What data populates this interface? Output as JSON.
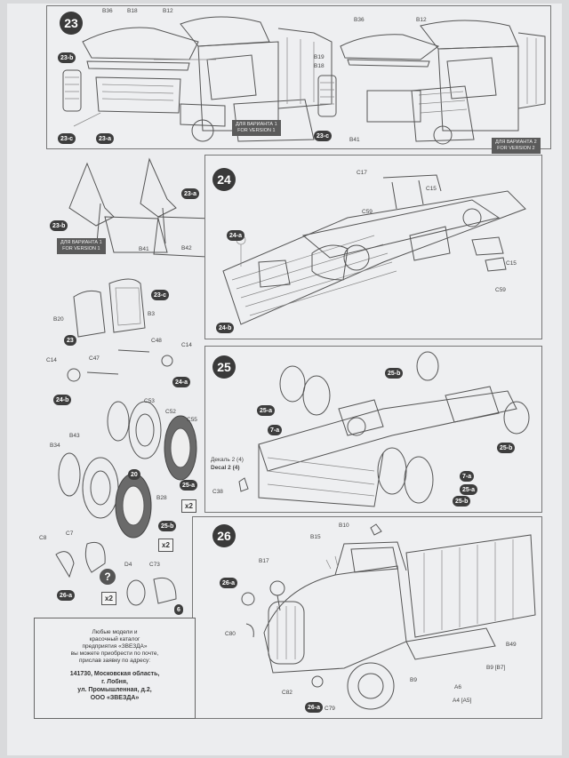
{
  "steps": {
    "s23": {
      "number": "23",
      "labels": {
        "b36a": "B36",
        "b18a": "B18",
        "b12a": "B12",
        "b36b": "B36",
        "b12b": "B12",
        "b19": "B19",
        "b18b": "B18",
        "b41": "B41"
      },
      "chips": {
        "c1": "23-b",
        "c2": "23-c",
        "c3": "23-a",
        "c4": "23-c"
      },
      "version_left": {
        "ru": "ДЛЯ ВАРИАНТА 1",
        "en": "FOR VERSION 1"
      },
      "version_right": {
        "ru": "ДЛЯ ВАРИАНТА 2",
        "en": "FOR VERSION 2"
      }
    },
    "sub": {
      "chips": {
        "a": "23-a",
        "b": "23-b",
        "c": "23-c",
        "d": "23"
      },
      "labels": {
        "b41": "B41",
        "b42": "B42",
        "b20": "B20",
        "b3": "B3",
        "c48": "C48",
        "c14a": "C14",
        "c14b": "C14",
        "c47": "C47",
        "b34": "B34",
        "b43": "B43",
        "c53": "C53",
        "c52": "C52",
        "c55": "C55",
        "b28": "B28",
        "c8": "C8",
        "c7": "C7",
        "d4": "D4",
        "c73": "C73"
      },
      "chips2": {
        "a24": "24-a",
        "b24": "24-b",
        "a25": "25-a",
        "b25": "25-b",
        "a26": "26-a",
        "n20": "20",
        "n6": "6"
      },
      "version": {
        "ru": "ДЛЯ ВАРИАНТА 1",
        "en": "FOR VERSION 1"
      },
      "mult": {
        "m1": "x2",
        "m2": "x2",
        "m3": "x2"
      },
      "question": "?"
    },
    "s24": {
      "number": "24",
      "labels": {
        "c17": "C17",
        "c15a": "C15",
        "c59a": "C59",
        "c15b": "C15",
        "c59b": "C59"
      },
      "chips": {
        "a": "24-a",
        "b": "24-b"
      }
    },
    "s25": {
      "number": "25",
      "labels": {
        "decal_ru": "Декаль 2 (4)",
        "decal_en": "Decal 2 (4)",
        "c38": "C38"
      },
      "chips": {
        "a1": "25-b",
        "a2": "25-a",
        "a3": "7-a",
        "a4": "25-b",
        "a5": "7-a",
        "a6": "25-a",
        "a7": "25-b"
      }
    },
    "s26": {
      "number": "26",
      "labels": {
        "b10": "B10",
        "b15": "B15",
        "b17": "B17",
        "c80": "C80",
        "c82": "C82",
        "c79": "C79",
        "b49": "B49",
        "b9a": "B9 [B7]",
        "a6": "A6",
        "a4": "A4 [A5]",
        "b9b": "B9"
      },
      "chips": {
        "a": "26-a",
        "b": "26-a"
      }
    }
  },
  "info": {
    "line1": "Любые модели и",
    "line2": "красочный каталог",
    "line3": "предприятия «ЗВЕЗДА»",
    "line4": "вы можете приобрести по почте,",
    "line5": "прислав заявку по адресу:",
    "addr1": "141730, Московская область,",
    "addr2": "г. Лобня,",
    "addr3": "ул. Промышленная, д.2,",
    "addr4": "ООО «ЗВЕЗДА»"
  }
}
